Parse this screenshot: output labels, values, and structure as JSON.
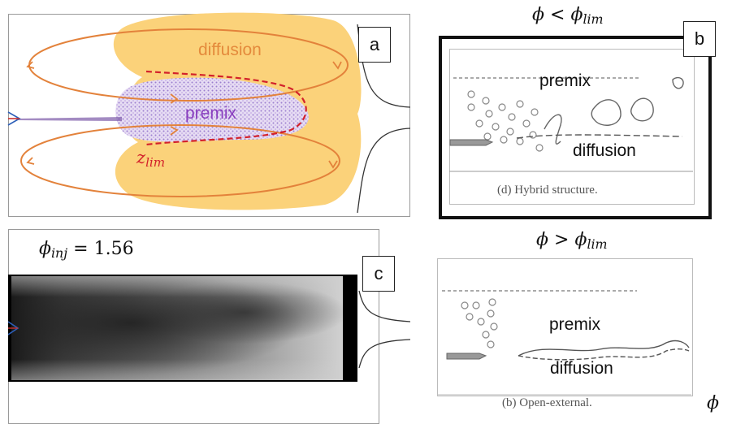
{
  "panel_a": {
    "tag": "a",
    "diffusion_label": "diffusion",
    "premix_label": "premix",
    "zlim_base": "z",
    "zlim_sub": "lim",
    "colors": {
      "diffusion_region": "#fbd27a",
      "premix_region": "#c9b3e6",
      "premix_text": "#8a3fbf",
      "diffusion_text": "#e48a3c",
      "vortex": "#e3823b",
      "zlim_line": "#d3212b"
    }
  },
  "panel_b": {
    "tag": "b",
    "title_lhs": "ϕ",
    "title_op": "<",
    "title_rhs_base": "ϕ",
    "title_rhs_sub": "lim",
    "premix_label": "premix",
    "diffusion_label": "diffusion",
    "caption": "(d) Hybrid structure."
  },
  "panel_c": {
    "tag": "c",
    "phi_base": "ϕ",
    "phi_sub": "inj",
    "phi_eq": "= 1.56"
  },
  "panel_d": {
    "title_lhs": "ϕ",
    "title_op": ">",
    "title_rhs_base": "ϕ",
    "title_rhs_sub": "lim",
    "premix_label": "premix",
    "diffusion_label": "diffusion",
    "caption": "(b) Open-external.",
    "side_symbol": "ϕ"
  }
}
